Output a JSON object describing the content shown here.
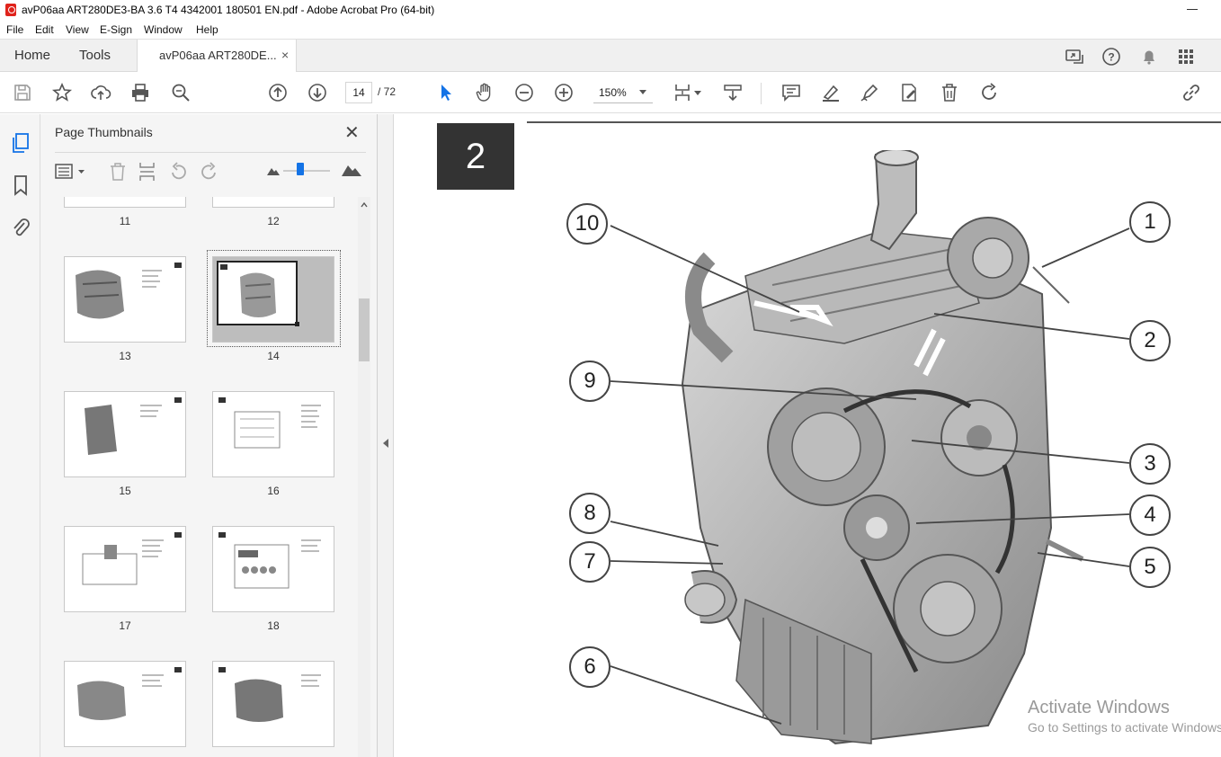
{
  "window": {
    "title": "avP06aa ART280DE3-BA 3.6 T4 4342001 180501 EN.pdf - Adobe Acrobat Pro (64-bit)"
  },
  "menu": {
    "file": "File",
    "edit": "Edit",
    "view": "View",
    "esign": "E-Sign",
    "window": "Window",
    "help": "Help"
  },
  "tabs": {
    "home": "Home",
    "tools": "Tools",
    "document": "avP06aa ART280DE...",
    "close": "×"
  },
  "toolbar": {
    "current_page": "14",
    "total_pages": "/ 72",
    "zoom": "150%"
  },
  "panel": {
    "title": "Page Thumbnails",
    "close": "✕",
    "thumbnails": [
      {
        "num": "11"
      },
      {
        "num": "12"
      },
      {
        "num": "13"
      },
      {
        "num": "14"
      },
      {
        "num": "15"
      },
      {
        "num": "16"
      },
      {
        "num": "17"
      },
      {
        "num": "18"
      }
    ],
    "selected_page": "14"
  },
  "document": {
    "badge": "2",
    "callouts": [
      "1",
      "2",
      "3",
      "4",
      "5",
      "6",
      "7",
      "8",
      "9",
      "10"
    ]
  },
  "watermark": {
    "line1": "Activate Windows",
    "line2": "Go to Settings to activate Windows."
  },
  "colors": {
    "accent_blue": "#1473e6",
    "pdf_red": "#e0231c"
  }
}
